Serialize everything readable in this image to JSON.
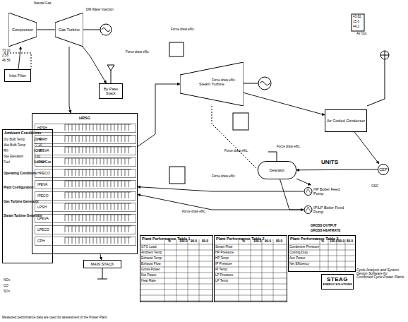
{
  "diagram": {
    "nodes": [
      {
        "text": [
          "Compressor"
        ]
      },
      {
        "text": [
          "Gas Turbine"
        ]
      },
      {
        "text": [
          "Inlet Filter"
        ]
      },
      {
        "text": [
          "By Pass Stack"
        ]
      },
      {
        "text": [
          "HRSG"
        ]
      },
      {
        "text": [
          "HPSH"
        ],
        "in": 4
      },
      {
        "text": [
          "HPRH"
        ],
        "in": 4
      },
      {
        "text": [
          "HPEVA"
        ],
        "in": 4
      },
      {
        "text": [
          "IPSH"
        ],
        "in": 4
      },
      {
        "text": [
          "HPECO"
        ],
        "in": 4
      },
      {
        "text": [
          "IPEVA"
        ],
        "in": 4
      },
      {
        "text": [
          "IPECO"
        ],
        "in": 4
      },
      {
        "text": [
          "LPSH"
        ],
        "in": 4
      },
      {
        "text": [
          "LPEVA"
        ],
        "in": 4
      },
      {
        "text": [
          "LPECO"
        ],
        "in": 4
      },
      {
        "text": [
          "CPH"
        ],
        "in": 4
      },
      {
        "text": [
          "MAIN STACK"
        ]
      },
      {
        "text": [
          "Steam Turbine"
        ]
      },
      {
        "text": [
          "Dearator"
        ]
      },
      {
        "text": [
          "HP Boiler Feed Pump"
        ]
      },
      {
        "text": [
          "IP/LP Boiler Feed Pump"
        ]
      },
      {
        "text": [
          "Air Cooled Condenser"
        ]
      },
      {
        "text": [
          "CEP"
        ]
      },
      {
        "text": [
          "Ambient Conditions"
        ]
      },
      {
        "text": [
          "Plant Performance Table 1"
        ]
      },
      {
        "text": [
          "Plant Performance Table 2"
        ]
      },
      {
        "text": [
          "Plant Performance Table 3"
        ]
      },
      {
        "text": [
          "STEAG",
          "ENERGY SOLUTIONS"
        ]
      }
    ],
    "edges": [
      {
        "from": 2,
        "to": 0,
        "arrow": "to"
      },
      {
        "from": 1,
        "to": 3,
        "arrow": "to"
      },
      {
        "from": 1,
        "to": 4,
        "arrow": "to"
      },
      {
        "from": 4,
        "to": 16,
        "arrow": "to"
      },
      {
        "from": 4,
        "to": 17,
        "arrow": "to"
      },
      {
        "from": 17,
        "to": 21,
        "arrow": "to"
      },
      {
        "from": 21,
        "to": 22,
        "arrow": "to"
      },
      {
        "from": 22,
        "to": 18,
        "arrow": "to"
      },
      {
        "from": 18,
        "to": 19,
        "arrow": "to"
      },
      {
        "from": 18,
        "to": 20,
        "arrow": "to"
      },
      {
        "from": 19,
        "to": 4,
        "arrow": "to"
      },
      {
        "from": 20,
        "to": 4,
        "arrow": "to"
      }
    ],
    "labels": [
      "Natural Gas",
      "DM Water Injection",
      "73.10",
      "2.56",
      "46.56",
      "43.82",
      "15.0",
      "44.2",
      "Force draw effic.",
      "Force draw effic.",
      "Force draw effic.",
      "Force draw effic.",
      "Force draw effic.",
      "Force draw effic.",
      "Force draw effic.",
      "Air Out",
      "GSC",
      "UNITS",
      "GROSS OUTPUT",
      "GROSS HEATRATE",
      "Dry Bulb Temp",
      "Wet Bulb Temp",
      "RH",
      "Site Elevation",
      "Fuel",
      "29.40",
      "77.20",
      "60.00",
      "0.00",
      "Natural Gas",
      "Operating Conditions",
      "Plant Configuration",
      "Gas Turbine Generator",
      "Steam Turbine Generator",
      "NOx",
      "CO",
      "SOx",
      "GTG Load",
      "Ambient Temp",
      "Exhaust Temp",
      "Exhaust Flow",
      "Gross Power",
      "Net Power",
      "Heat Rate",
      "%",
      "100.0",
      "90.0",
      "80.0",
      "Steam Flow",
      "HP Pressure",
      "HP Temp",
      "IP Pressure",
      "IP Temp",
      "LP Pressure",
      "LP Temp",
      "%",
      "100.0",
      "90.0",
      "80.0",
      "Condenser Pressure",
      "Cooling Duty",
      "Aux Power",
      "Net Efficiency",
      "%",
      "100.0",
      "90.0",
      "80.0",
      "Measured performance data are used for assessment of the Power Plant.",
      "Cycle Analysis and System Design Software for Combined Cycle Power Plants"
    ]
  }
}
